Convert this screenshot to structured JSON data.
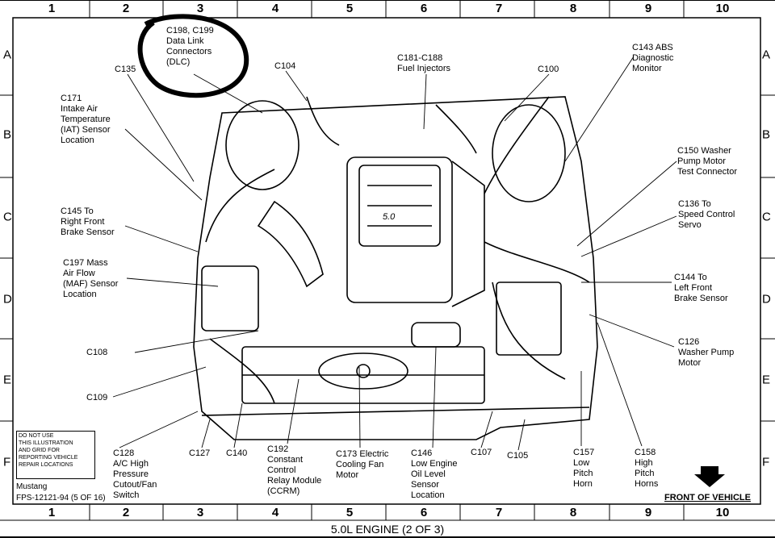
{
  "grid": {
    "columns": [
      "1",
      "2",
      "3",
      "4",
      "5",
      "6",
      "7",
      "8",
      "9",
      "10"
    ],
    "rows": [
      "A",
      "B",
      "C",
      "D",
      "E",
      "F"
    ]
  },
  "labels": {
    "c198": "C198, C199\nData Link\nConnectors\n(DLC)",
    "c135": "C135",
    "c104": "C104",
    "c181": "C181-C188\nFuel Injectors",
    "c100": "C100",
    "c143": "C143 ABS\nDiagnostic\nMonitor",
    "c171": "C171\nIntake Air\nTemperature\n(IAT) Sensor\nLocation",
    "c150": "C150 Washer\nPump Motor\nTest Connector",
    "c145": "C145 To\nRight Front\nBrake Sensor",
    "c136": "C136 To\nSpeed Control\nServo",
    "c197": "C197 Mass\nAir Flow\n(MAF) Sensor\nLocation",
    "c144": "C144 To\nLeft Front\nBrake Sensor",
    "c108": "C108",
    "c126": "C126\nWasher Pump\nMotor",
    "c109": "C109",
    "c128": "C128\nA/C High\nPressure\nCutout/Fan\nSwitch",
    "c127": "C127",
    "c140": "C140",
    "c192": "C192\nConstant\nControl\nRelay Module\n(CCRM)",
    "c173": "C173 Electric\nCooling Fan\nMotor",
    "c146": "C146\nLow Engine\nOil Level\nSensor\nLocation",
    "c107": "C107",
    "c105": "C105",
    "c157": "C157\nLow\nPitch\nHorn",
    "c158": "C158\nHigh\nPitch\nHorns"
  },
  "disclaimer": "DO NOT USE\nTHIS ILLUSTRATION\nAND GRID FOR\nREPORTING VEHICLE\nREPAIR LOCATIONS",
  "model": "Mustang",
  "code": "FPS-12121-94 (5 OF 16)",
  "front": "FRONT OF VEHICLE",
  "caption": "5.0L ENGINE (2 OF 3)",
  "engine_badge": "5.0"
}
